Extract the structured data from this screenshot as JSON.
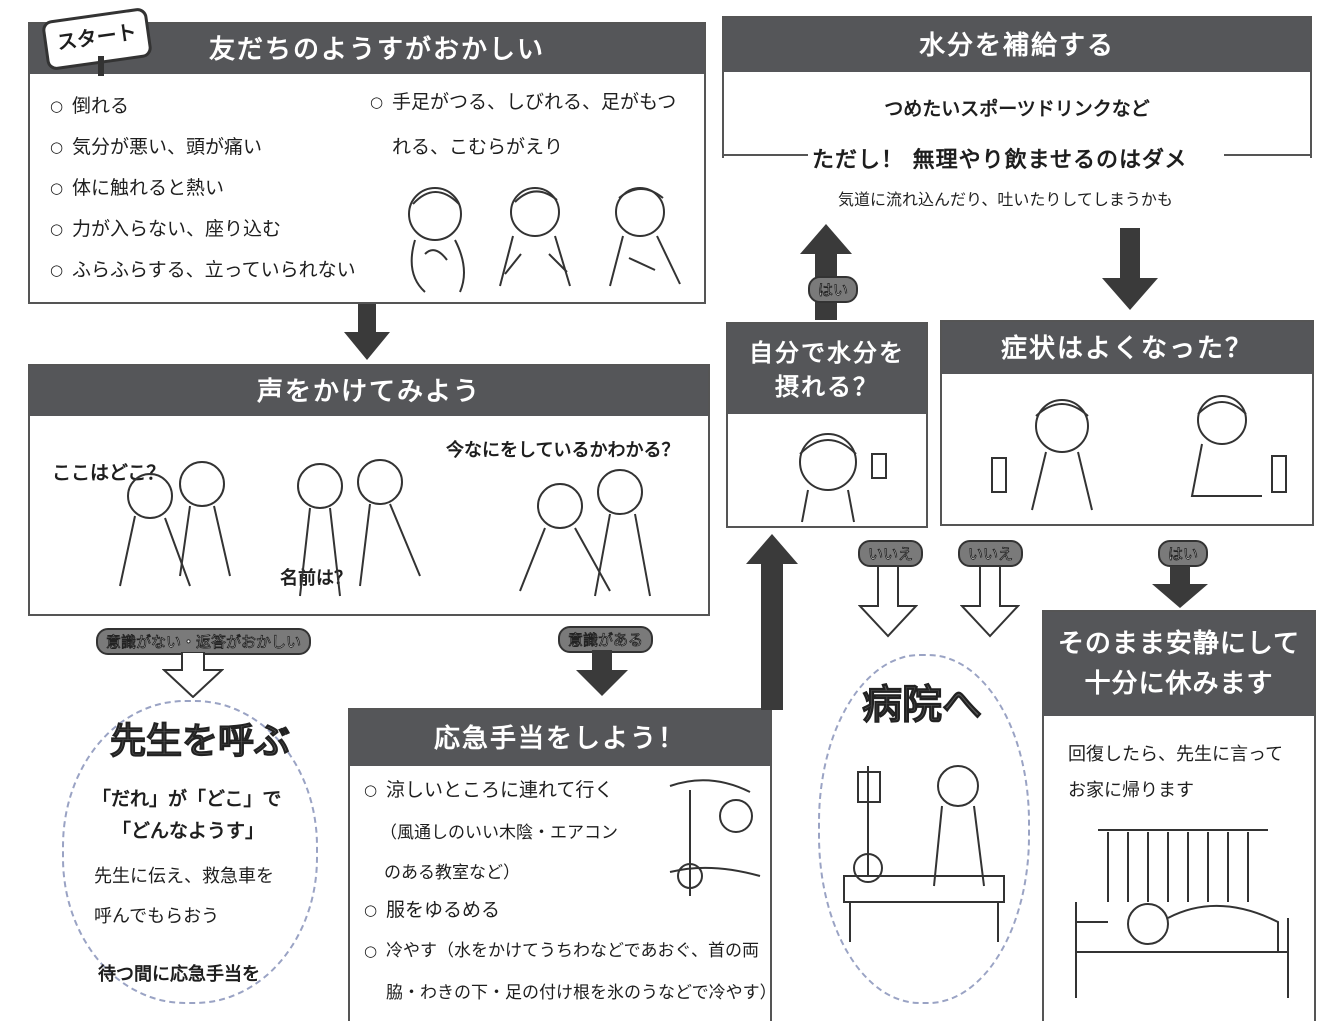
{
  "start_badge": "スタート",
  "start_box": {
    "title": "友だちのようすがおかしい",
    "items_left": [
      "倒れる",
      "気分が悪い、頭が痛い",
      "体に触れると熱い",
      "力が入らない、座り込む",
      "ふらふらする、立っていられない"
    ],
    "items_right_line1": "手足がつる、しびれる、足がもつ",
    "items_right_line2": "れる、こむらがえり"
  },
  "voice_box": {
    "title": "声をかけてみよう",
    "q1": "ここはどこ？",
    "q2": "名前は？",
    "q3": "今なにをしているかわかる？"
  },
  "branch_labels": {
    "unconscious": "意識がない・返答がおかしい",
    "conscious": "意識がある",
    "yes_water": "はい",
    "no_drink": "いいえ",
    "no_better": "いいえ",
    "yes_better": "はい"
  },
  "teacher": {
    "title": "先生を呼ぶ",
    "line1": "「だれ」が「どこ」で",
    "line2": "「どんなようす」",
    "line3": "先生に伝え、救急車を",
    "line4": "呼んでもらおう",
    "line5": "待つ間に応急手当を"
  },
  "first_aid": {
    "title": "応急手当をしよう！",
    "item1": "涼しいところに連れて行く",
    "item1_sub1": "（風通しのいい木陰・エアコン",
    "item1_sub2": "のある教室など）",
    "item2": "服をゆるめる",
    "item3_line1": "冷やす（水をかけてうちわなどであおぐ、首の両",
    "item3_line2": "脇・わきの下・足の付け根を氷のうなどで冷やす）"
  },
  "water_box": {
    "title": "水分を補給する",
    "line1": "つめたいスポーツドリンクなど",
    "warning": "ただし！ 無理やり飲ませるのはダメ",
    "reason": "気道に流れ込んだり、吐いたりしてしまうかも"
  },
  "self_drink": {
    "title_line1": "自分で水分を",
    "title_line2": "摂れる？"
  },
  "better": {
    "title": "症状はよくなった？"
  },
  "hospital": {
    "title": "病院へ"
  },
  "rest": {
    "title_line1": "そのまま安静にして",
    "title_line2": "十分に休みます",
    "line1": "回復したら、先生に言って",
    "line2": "お家に帰ります"
  },
  "colors": {
    "header": "#555659",
    "arrow": "#3a3a3a",
    "line": "#555555"
  }
}
